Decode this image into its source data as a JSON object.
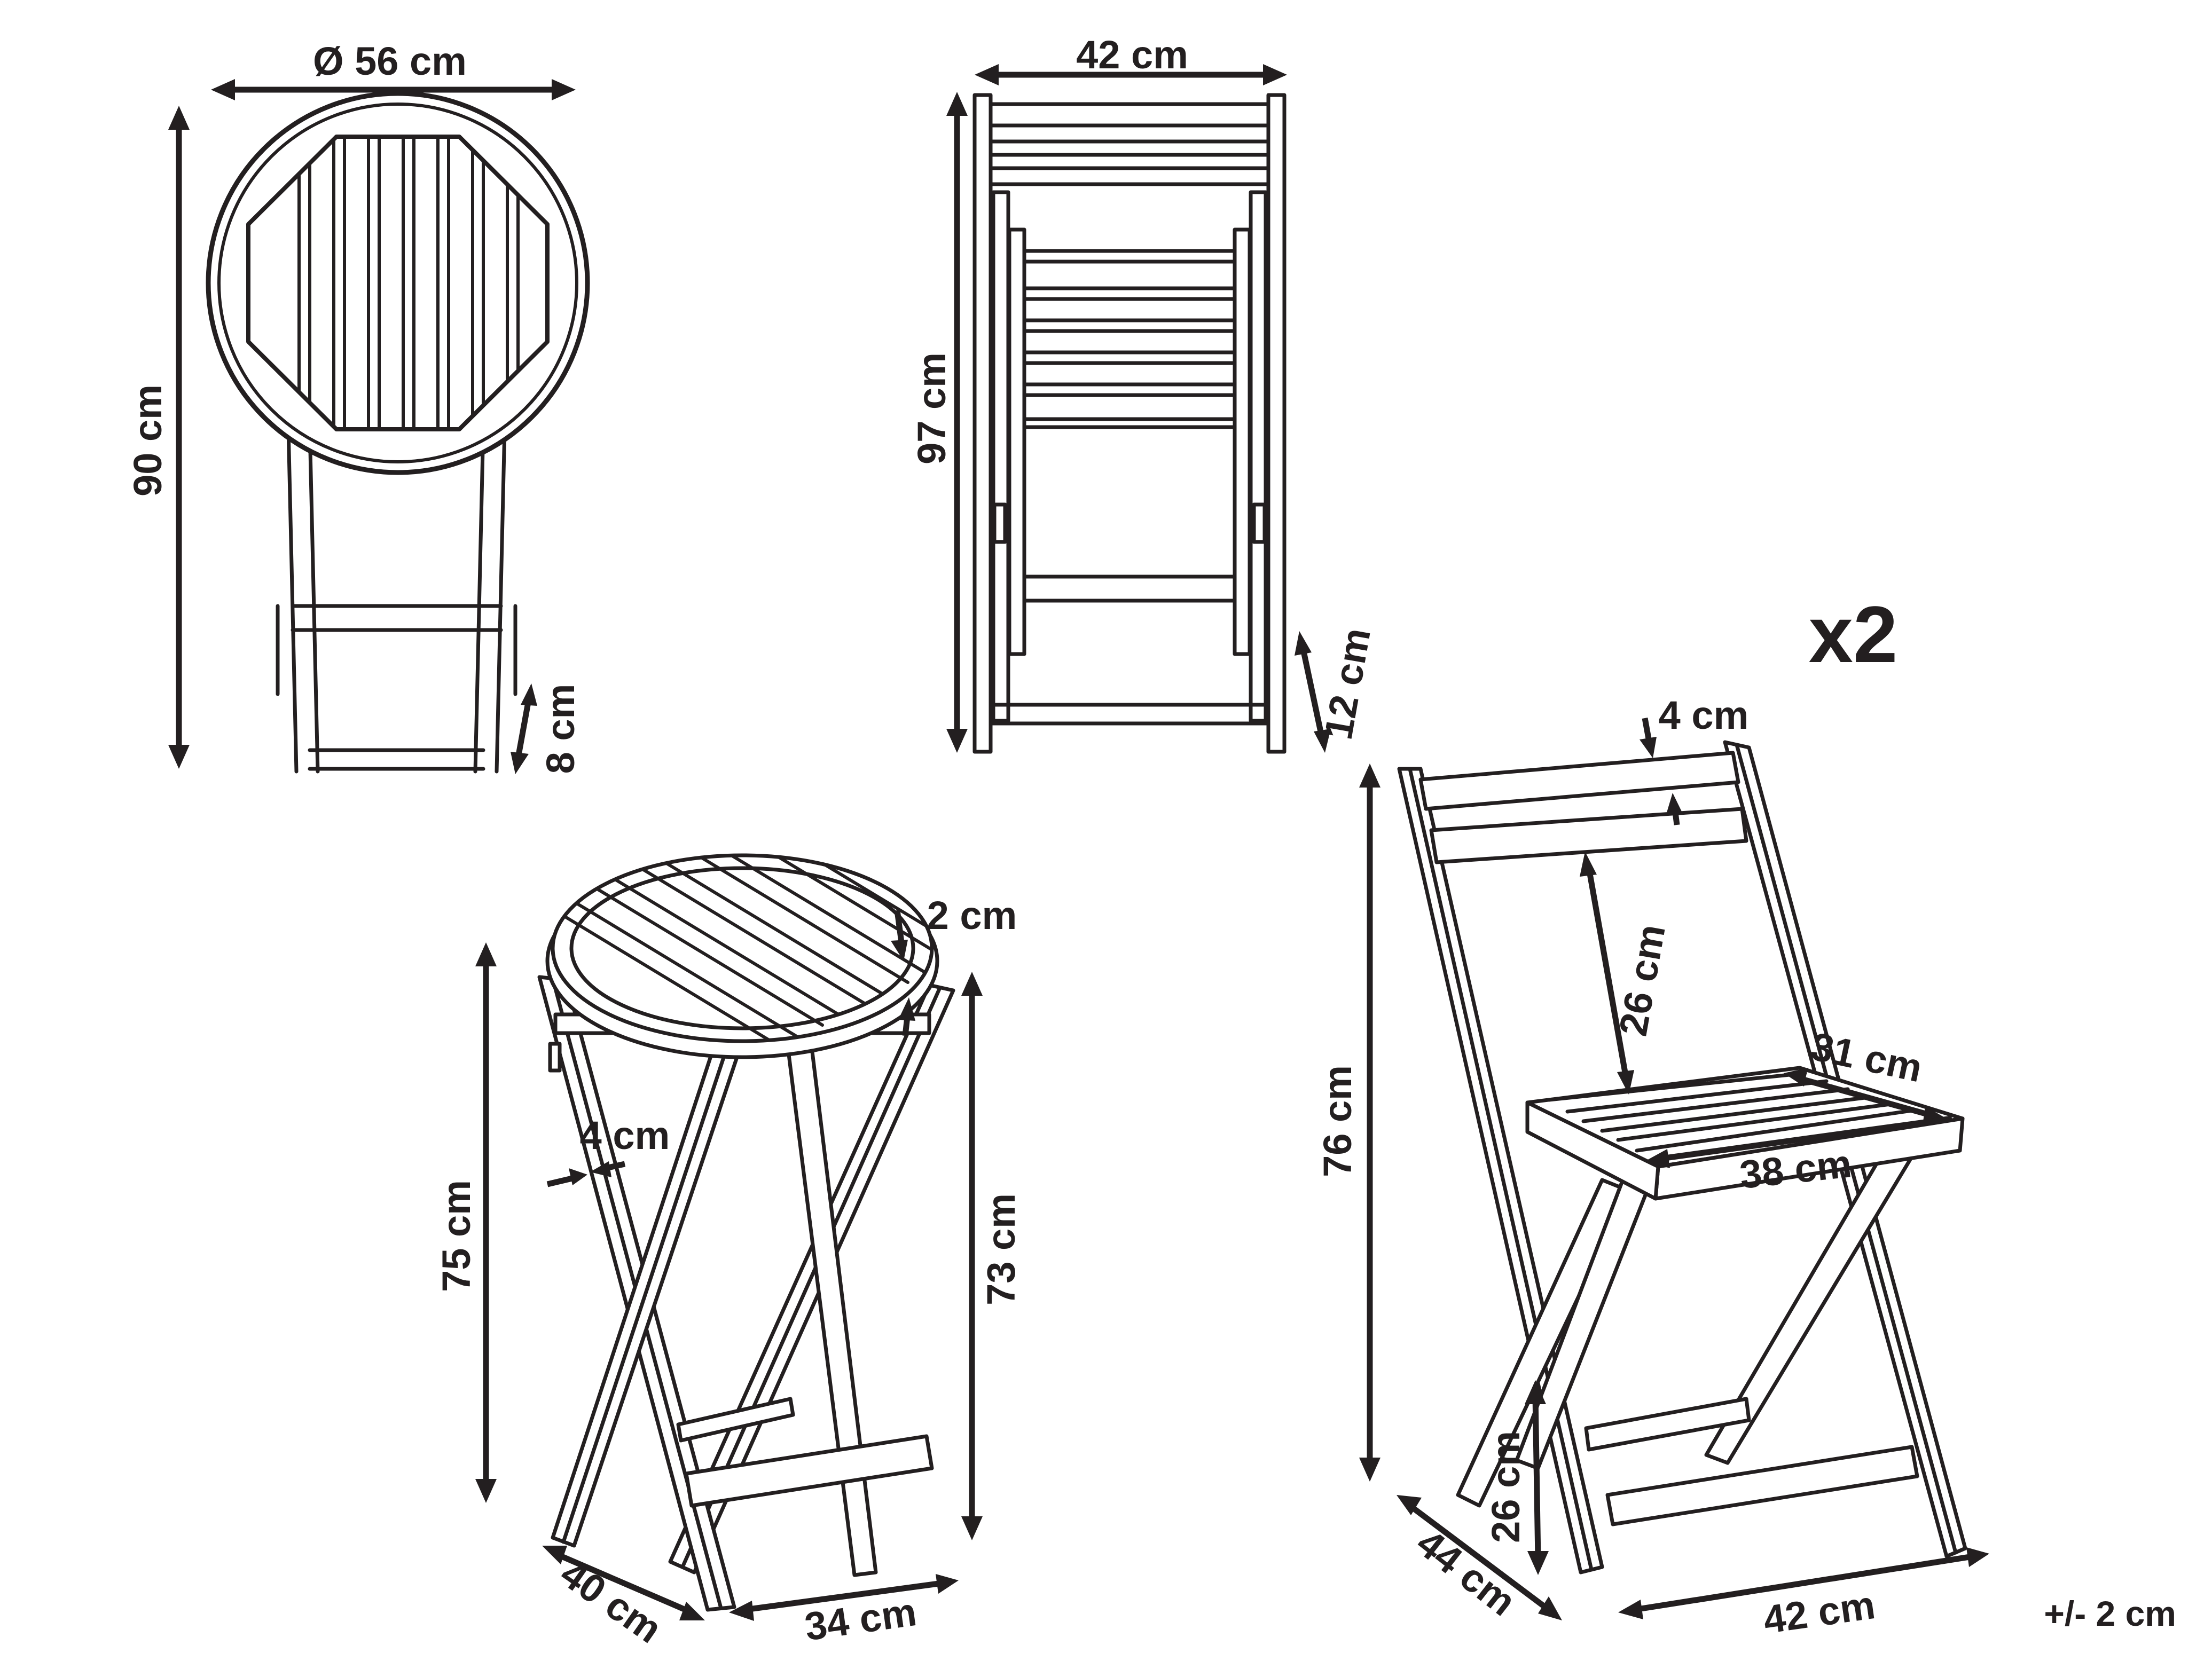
{
  "labels": {
    "table_top_diameter": "Ø 56 cm",
    "table_folded_height": "90 cm",
    "table_folded_thickness": "8 cm",
    "chair_folded_width": "42 cm",
    "chair_folded_height": "97 cm",
    "chair_folded_thickness": "12 cm",
    "multiplier": "x2",
    "table_top_thickness": "2 cm",
    "table_leg_width": "4 cm",
    "table_overall_height": "75 cm",
    "table_leg_height": "73 cm",
    "table_base_depth": "40 cm",
    "table_base_width": "34 cm",
    "chair_top_rail": "4 cm",
    "chair_back_height": "26 cm",
    "chair_seat_depth": "31 cm",
    "chair_seat_width": "38 cm",
    "chair_overall_height": "76 cm",
    "chair_seat_height": "26 cm",
    "chair_base_depth": "44 cm",
    "chair_base_width": "42 cm",
    "tolerance": "+/- 2 cm"
  },
  "colors": {
    "ink": "#231f20",
    "background": "#ffffff"
  }
}
